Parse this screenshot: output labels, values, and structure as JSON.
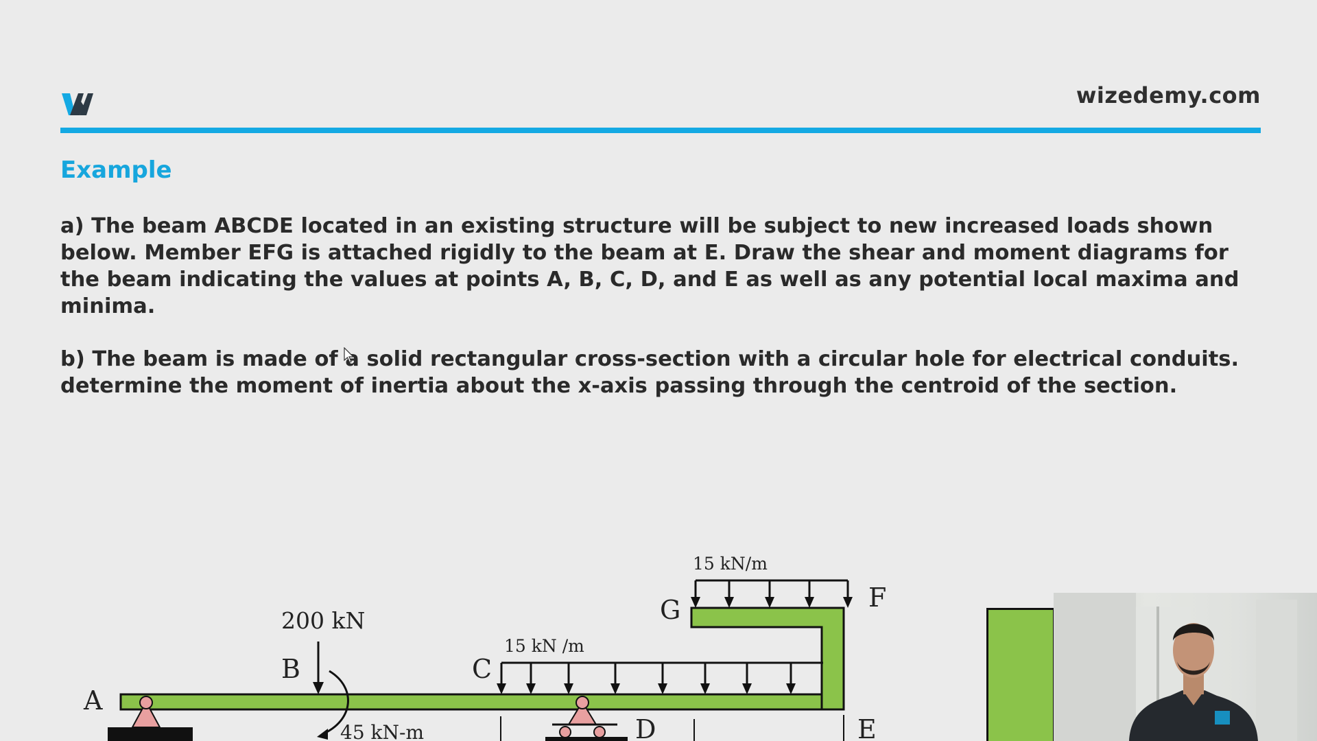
{
  "header": {
    "logo_icon": "wizedemy-w-logo",
    "site_url": "wizedemy.com",
    "accent_color": "#14a9e3"
  },
  "content": {
    "section_title": "Example",
    "paragraph_a": "a) The beam ABCDE located in an existing structure will be subject to new increased loads shown below. Member EFG is attached rigidly to the beam at E. Draw the shear and moment diagrams for the beam indicating the values at points A, B, C, D, and E as well as any potential local maxima and minima.",
    "paragraph_b": "b) The beam is made of a solid rectangular cross-section with a circular hole for electrical conduits. determine the moment of inertia about the x-axis passing through the centroid of the section."
  },
  "diagram": {
    "points": {
      "A": "A",
      "B": "B",
      "C": "C",
      "D": "D",
      "E": "E",
      "F": "F",
      "G": "G"
    },
    "point_load": "200 kN",
    "moment_load": "45 kN-m",
    "distributed_load_beam": "15 kN /m",
    "distributed_load_member": "15 kN/m",
    "beam_color": "#8bc34a",
    "support_color": "#e8a0a0"
  }
}
